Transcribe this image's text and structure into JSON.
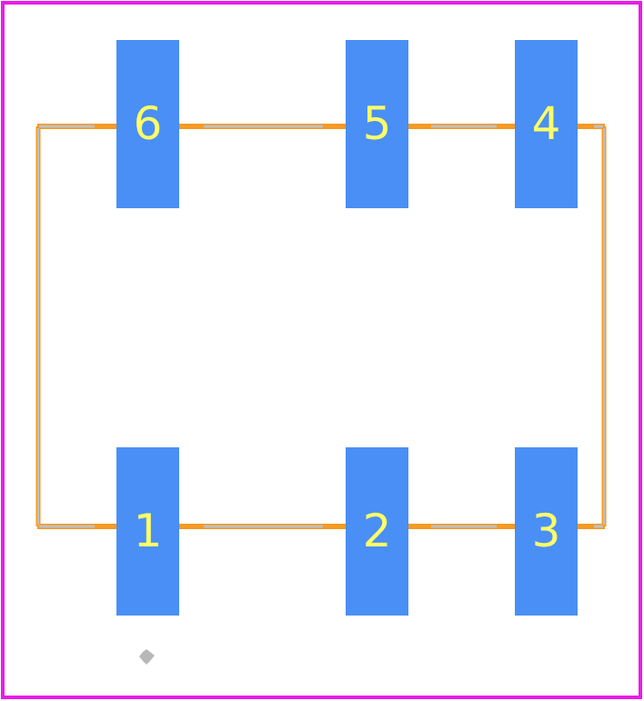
{
  "colors": {
    "background": "#ffffff",
    "courtyard": "#e81ce8",
    "silkscreen": "#f59a23",
    "fab_outline": "#c0c0c0",
    "pad": "#4a8ff5",
    "pad_label": "#ffff66",
    "origin_marker": "#b8b8b8"
  },
  "pads": [
    {
      "number": "6",
      "row": "top",
      "column": 0
    },
    {
      "number": "5",
      "row": "top",
      "column": 1
    },
    {
      "number": "4",
      "row": "top",
      "column": 2
    },
    {
      "number": "1",
      "row": "bottom",
      "column": 0
    },
    {
      "number": "2",
      "row": "bottom",
      "column": 1
    },
    {
      "number": "3",
      "row": "bottom",
      "column": 2
    }
  ]
}
